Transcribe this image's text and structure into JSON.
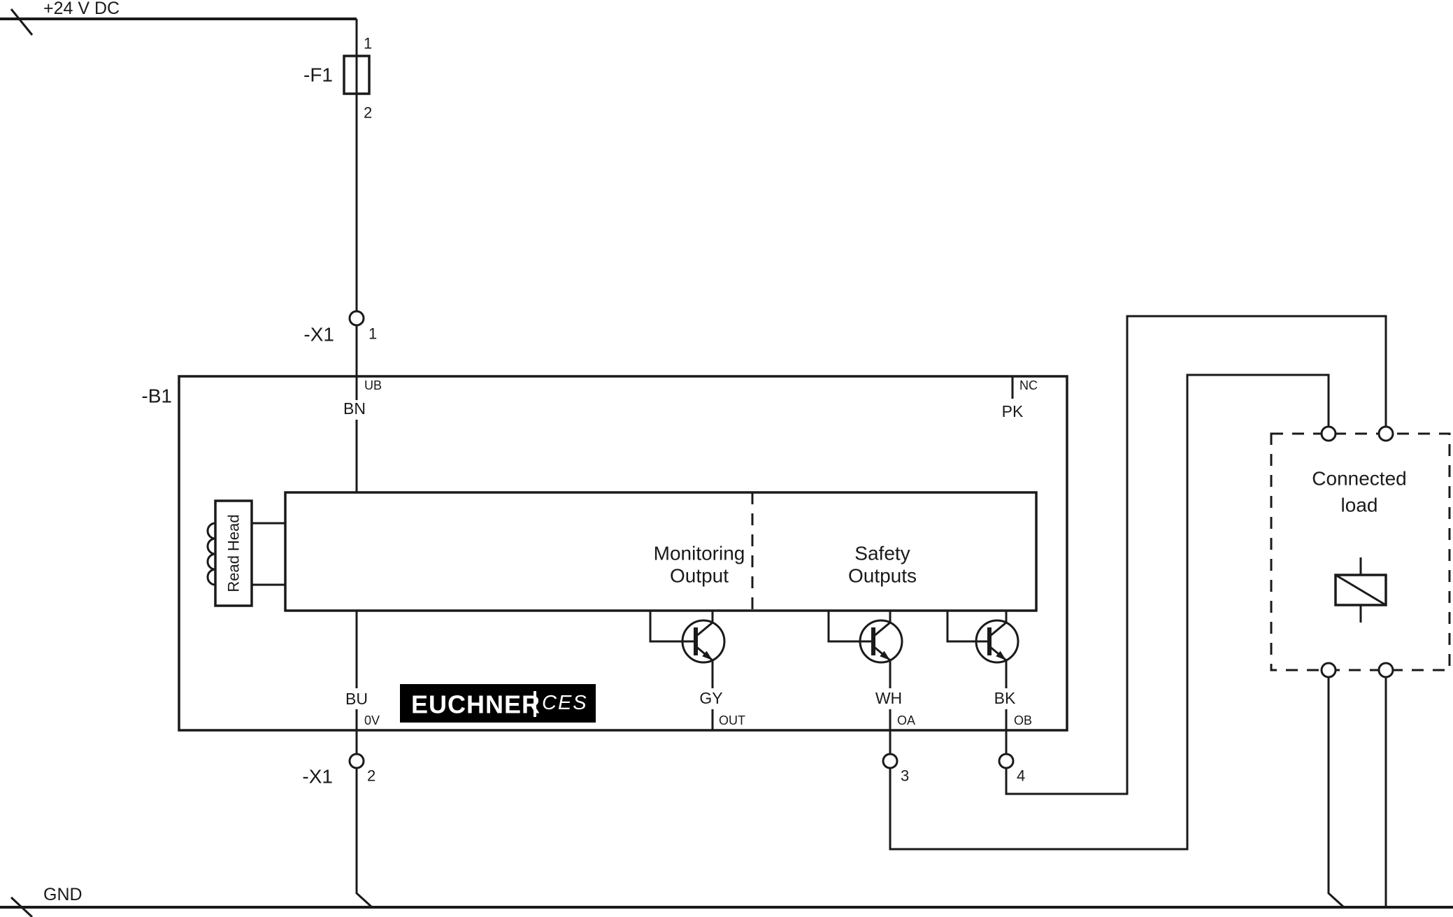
{
  "colors": {
    "line": "#1a1a1a",
    "background": "#ffffff",
    "logo_bg": "#000000",
    "logo_fg": "#ffffff"
  },
  "power": {
    "supply_label": "+24 V DC",
    "ground_label": "GND"
  },
  "fuse": {
    "label": "-F1",
    "pin_top": "1",
    "pin_bottom": "2"
  },
  "terminal_strip": {
    "label": "-X1",
    "pin1": "1",
    "pin2": "2",
    "pin3": "3",
    "pin4": "4"
  },
  "device": {
    "label": "-B1",
    "read_head_label": "Read Head",
    "pins": {
      "ub": "UB",
      "bn": "BN",
      "nc": "NC",
      "pk": "PK",
      "bu": "BU",
      "ov": "0V",
      "out": "OUT",
      "oa": "OA",
      "ob": "OB",
      "gy": "GY",
      "wh": "WH",
      "bk": "BK"
    },
    "sections": {
      "monitoring_line1": "Monitoring",
      "monitoring_line2": "Output",
      "safety_line1": "Safety",
      "safety_line2": "Outputs"
    },
    "logo": {
      "brand": "EUCHNER",
      "separator": "|",
      "product": "CES"
    }
  },
  "load": {
    "label_line1": "Connected",
    "label_line2": "load"
  }
}
